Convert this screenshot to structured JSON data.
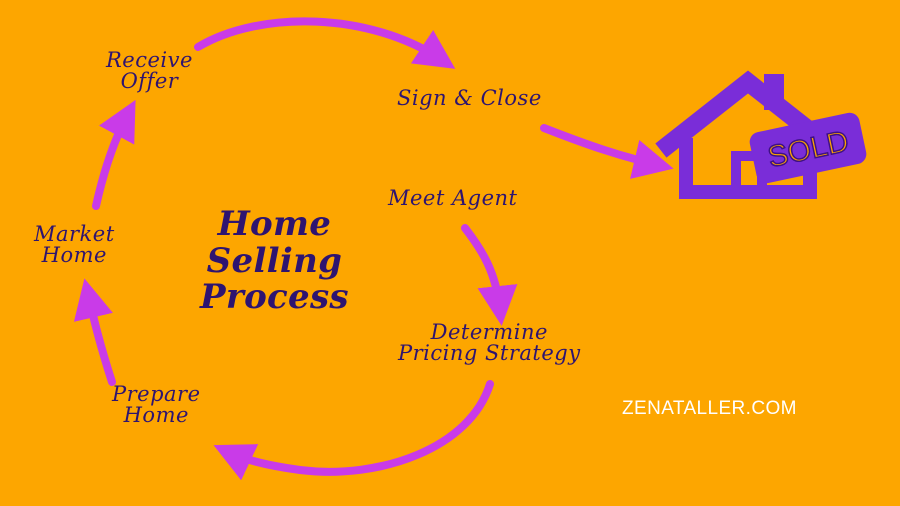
{
  "title": [
    "Home",
    "Selling",
    "Process"
  ],
  "steps": {
    "meet_agent": [
      "Meet Agent"
    ],
    "determine_pricing": [
      "Determine",
      "Pricing Strategy"
    ],
    "prepare_home": [
      "Prepare",
      "Home"
    ],
    "market_home": [
      "Market",
      "Home"
    ],
    "receive_offer": [
      "Receive",
      "Offer"
    ],
    "sign_close": [
      "Sign & Close"
    ]
  },
  "sold_sign": "SOLD",
  "credit": "ZENATALLER.COM",
  "icons": {
    "arrow": "curved-arrow-icon",
    "house": "house-sold-icon"
  },
  "colors": {
    "background": "#FDA600",
    "arrows": "#C93BE8",
    "house": "#7A2DD8",
    "text": "#2E1470",
    "credit": "#FFFFFF"
  }
}
